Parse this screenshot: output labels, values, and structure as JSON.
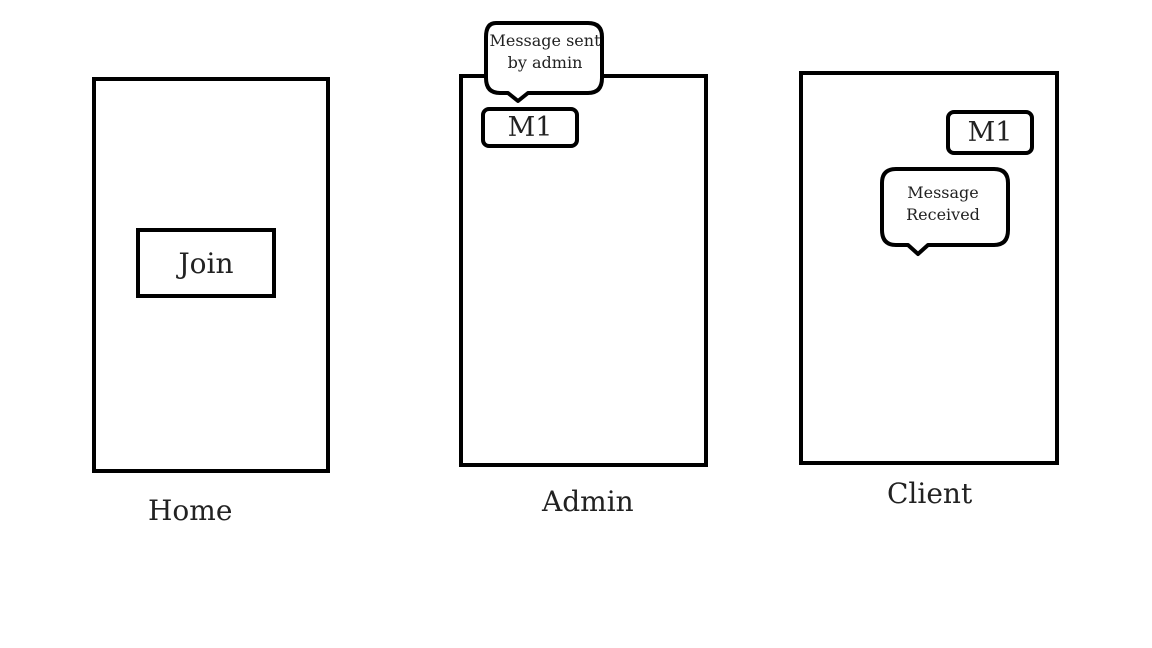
{
  "screens": {
    "home": {
      "caption": "Home",
      "join_button_label": "Join"
    },
    "admin": {
      "caption": "Admin",
      "message_label": "M1",
      "callout_line1": "Message sent",
      "callout_line2": "by admin"
    },
    "client": {
      "caption": "Client",
      "message_label": "M1",
      "callout_line1": "Message",
      "callout_line2": "Received"
    }
  },
  "colors": {
    "stroke": "#000000",
    "text": "#222222",
    "background": "#ffffff"
  }
}
